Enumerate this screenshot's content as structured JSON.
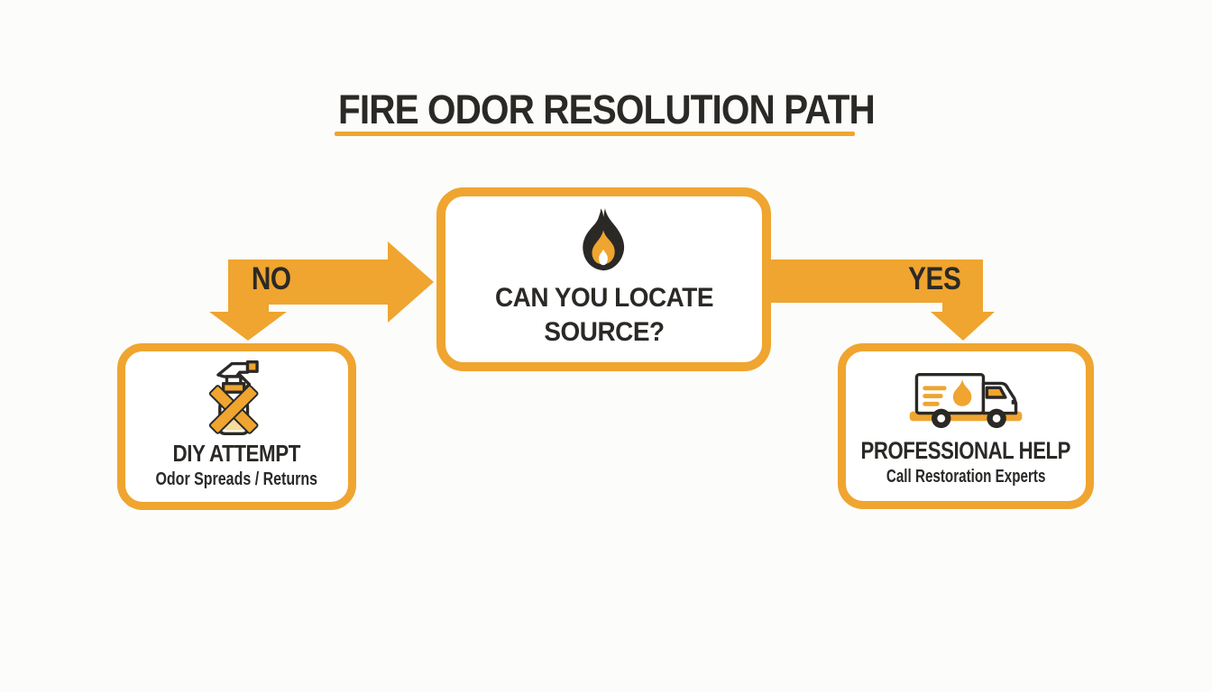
{
  "title": {
    "text": "FIRE ODOR RESOLUTION PATH"
  },
  "colors": {
    "gold": "#EFA52F",
    "dark_text": "#2B2926",
    "background": "#FCFCFB",
    "card_fill": "#FFFFFF",
    "bottle_label_pale": "#F6DC9E"
  },
  "decision": {
    "icon": "flame-icon",
    "question": "CAN YOU LOCATE SOURCE?"
  },
  "branches": {
    "no": {
      "label": "NO",
      "card": {
        "icon": "crossed-out-spray-bottle-icon",
        "title": "DIY ATTEMPT",
        "subtitle": "Odor Spreads / Returns"
      }
    },
    "yes": {
      "label": "YES",
      "card": {
        "icon": "fire-restoration-truck-icon",
        "title": "PROFESSIONAL HELP",
        "subtitle": "Call Restoration Experts"
      }
    }
  }
}
